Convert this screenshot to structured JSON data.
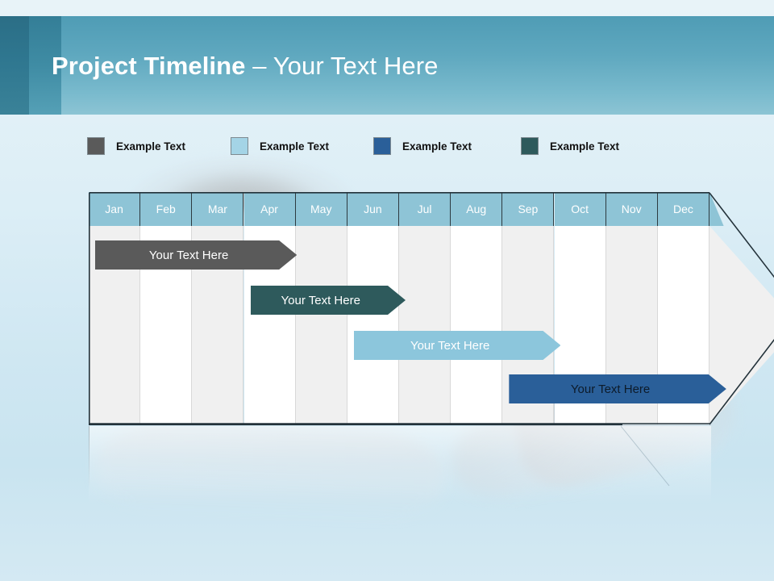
{
  "header": {
    "title_bold": "Project Timeline",
    "title_sep": " – ",
    "title_light": "Your Text Here",
    "band_color": "#5fa8bf",
    "stripe_dark_color": "#2f7790",
    "stripe_mid_color": "#3f8ca4"
  },
  "legend": {
    "items": [
      {
        "label": "Example Text",
        "color": "#5a5a5a",
        "x": 0
      },
      {
        "label": "Example Text",
        "color": "#a4d4e6",
        "x": 178
      },
      {
        "label": "Example Text",
        "color": "#2a5f99",
        "x": 355
      },
      {
        "label": "Example Text",
        "color": "#2e5a5c",
        "x": 538
      }
    ]
  },
  "chart_data": {
    "type": "bar",
    "title": "Project Timeline – Your Text Here",
    "xlabel": "",
    "ylabel": "",
    "grid": true,
    "legend_position": "top",
    "categories": [
      "Jan",
      "Feb",
      "Mar",
      "Apr",
      "May",
      "Jun",
      "Jul",
      "Aug",
      "Sep",
      "Oct",
      "Nov",
      "Dec"
    ],
    "header_fill": "#8ec4d6",
    "header_text_color": "#ffffff",
    "band_colors": [
      "#f0f0f0",
      "#ffffff"
    ],
    "series": [
      {
        "name": "Example Text",
        "label": "Your  Text Here",
        "color": "#5a5a5a",
        "text_color": "#ffffff",
        "start_month": "Jan",
        "end_month": "Apr",
        "start": 0,
        "span": 3.9,
        "row": 0
      },
      {
        "name": "Example Text",
        "label": "Your  Text Here",
        "color": "#2e5a5c",
        "text_color": "#ffffff",
        "start_month": "Apr",
        "end_month": "Jun",
        "start": 3.0,
        "span": 3.0,
        "row": 1
      },
      {
        "name": "Example Text",
        "label": "Your  Text Here",
        "color": "#8cc6dc",
        "text_color": "#ffffff",
        "start_month": "Jun",
        "end_month": "Sep",
        "start": 5.0,
        "span": 4.0,
        "row": 2
      },
      {
        "name": "Example Text",
        "label": "Your  Text Here",
        "color": "#2a5f99",
        "text_color": "#0d1b2a",
        "start_month": "Sep",
        "end_month": "Dec",
        "start": 8.0,
        "span": 4.2,
        "row": 3
      }
    ]
  }
}
